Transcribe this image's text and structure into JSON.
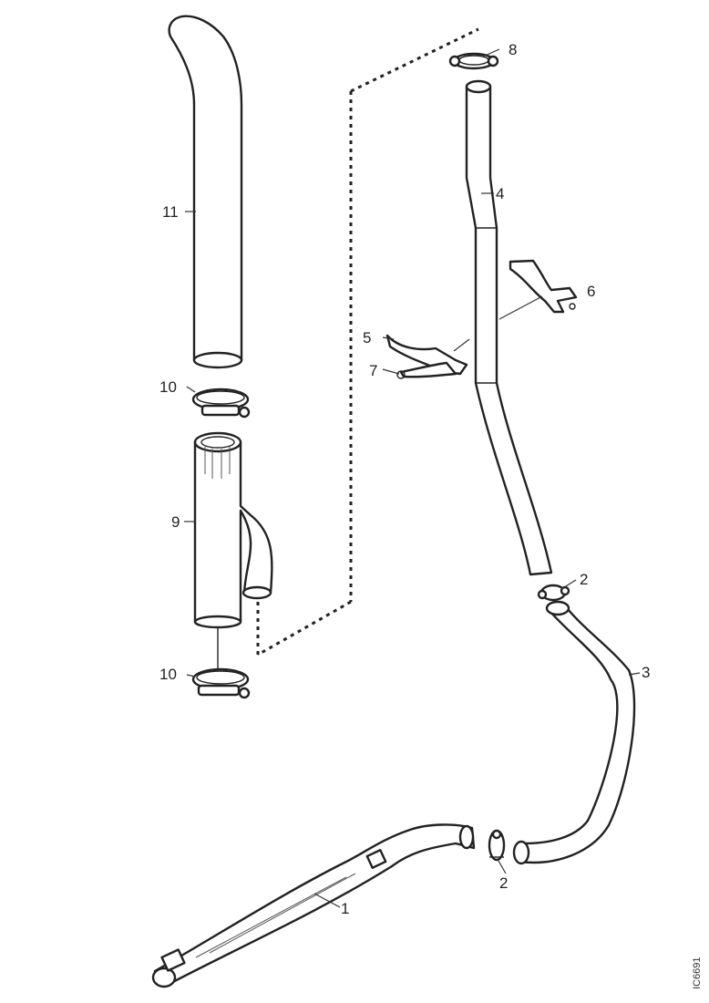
{
  "labels": {
    "l1": "1",
    "l2a": "2",
    "l2b": "2",
    "l3": "3",
    "l4": "4",
    "l5": "5",
    "l6": "6",
    "l7": "7",
    "l8": "8",
    "l9": "9",
    "l10a": "10",
    "l10b": "10",
    "l11": "11"
  },
  "drawing_ref": "IC6691"
}
